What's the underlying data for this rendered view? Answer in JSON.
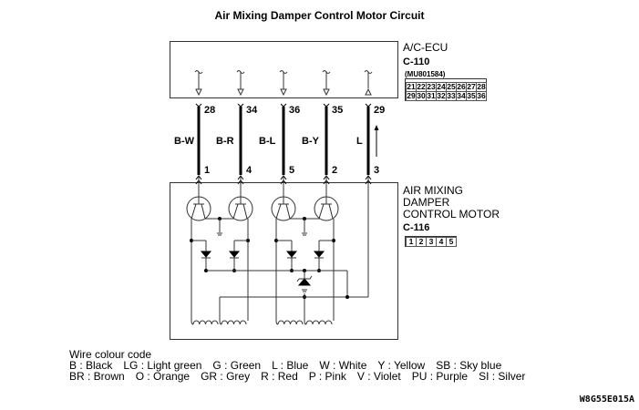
{
  "title": "Air Mixing Damper Control Motor Circuit",
  "ecu": {
    "name": "A/C-ECU",
    "connector": "C-110",
    "part_number": "(MU801584)",
    "pins_row1": [
      "21",
      "22",
      "23",
      "24",
      "25",
      "26",
      "27",
      "28"
    ],
    "pins_row2": [
      "29",
      "30",
      "31",
      "32",
      "33",
      "34",
      "35",
      "36"
    ]
  },
  "motor": {
    "name_line1": "AIR MIXING",
    "name_line2": "DAMPER",
    "name_line3": "CONTROL MOTOR",
    "connector": "C-116",
    "pins": [
      "1",
      "2",
      "3",
      "4",
      "5"
    ]
  },
  "wires": [
    {
      "ecu_pin": "28",
      "motor_pin": "1",
      "colour": "B-W"
    },
    {
      "ecu_pin": "34",
      "motor_pin": "4",
      "colour": "B-R"
    },
    {
      "ecu_pin": "36",
      "motor_pin": "5",
      "colour": "B-L"
    },
    {
      "ecu_pin": "35",
      "motor_pin": "2",
      "colour": "B-Y"
    },
    {
      "ecu_pin": "29",
      "motor_pin": "3",
      "colour": "L"
    }
  ],
  "legend": {
    "heading": "Wire colour code",
    "row1": [
      "B : Black",
      "LG : Light green",
      "G : Green",
      "L : Blue",
      "W : White",
      "Y : Yellow",
      "SB : Sky blue"
    ],
    "row2": [
      "BR : Brown",
      "O : Orange",
      "GR : Grey",
      "R : Red",
      "P : Pink",
      "V : Violet",
      "PU : Purple",
      "SI : Silver"
    ]
  },
  "figure_code": "W8G55E015A"
}
